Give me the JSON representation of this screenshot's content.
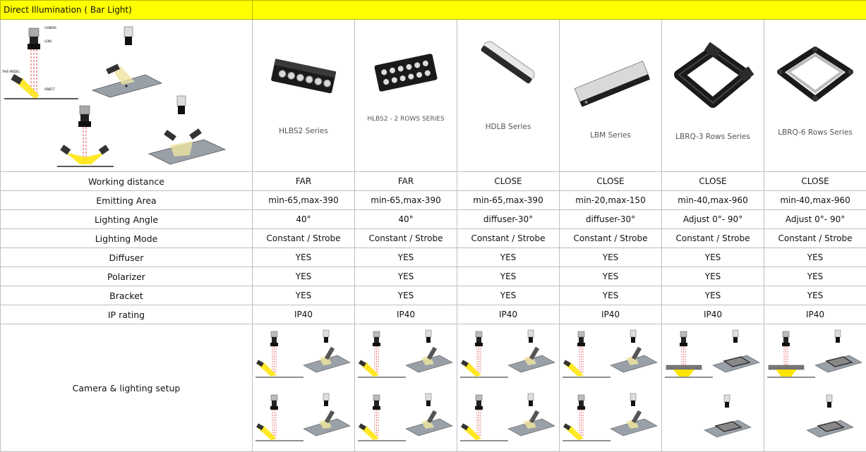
{
  "header": {
    "title": "Direct Illumination ( Bar Light)"
  },
  "diagram_labels": {
    "camera": "CAMERA",
    "lens": "LENS",
    "object": "OBJECT",
    "this_model": "THIS MODEL"
  },
  "products": [
    {
      "name": "HLBS2 Series",
      "icon": "bar-light-single-row-icon"
    },
    {
      "name": "HLBS2 - 2 ROWS SERIES",
      "icon": "bar-light-two-row-icon"
    },
    {
      "name": "HDLB Series",
      "icon": "bar-light-diffuser-icon"
    },
    {
      "name": "LBM Series",
      "icon": "bar-light-flat-icon"
    },
    {
      "name": "LBRQ-3 Rows Series",
      "icon": "square-ring-bar-light-icon"
    },
    {
      "name": "LBRQ-6 Rows Series",
      "icon": "square-ring-bar-light-open-icon"
    }
  ],
  "specs": [
    {
      "label": "Working distance",
      "values": [
        "FAR",
        "FAR",
        "CLOSE",
        "CLOSE",
        "CLOSE",
        "CLOSE"
      ]
    },
    {
      "label": "Emitting Area",
      "values": [
        "min-65,max-390",
        "min-65,max-390",
        "min-65,max-390",
        "min-20,max-150",
        "min-40,max-960",
        "min-40,max-960"
      ]
    },
    {
      "label": "Lighting Angle",
      "values": [
        "40°",
        "40°",
        "diffuser-30°",
        "diffuser-30°",
        "Adjust 0°- 90°",
        "Adjust 0°- 90°"
      ]
    },
    {
      "label": "Lighting Mode",
      "values": [
        "Constant / Strobe",
        "Constant / Strobe",
        "Constant / Strobe",
        "Constant / Strobe",
        "Constant / Strobe",
        "Constant / Strobe"
      ]
    },
    {
      "label": "Diffuser",
      "values": [
        "YES",
        "YES",
        "YES",
        "YES",
        "YES",
        "YES"
      ]
    },
    {
      "label": "Polarizer",
      "values": [
        "YES",
        "YES",
        "YES",
        "YES",
        "YES",
        "YES"
      ]
    },
    {
      "label": "Bracket",
      "values": [
        "YES",
        "YES",
        "YES",
        "YES",
        "YES",
        "YES"
      ]
    },
    {
      "label": "IP rating",
      "values": [
        "IP40",
        "IP40",
        "IP40",
        "IP40",
        "IP40",
        "IP40"
      ]
    }
  ],
  "setup": {
    "label": "Camera & lighting setup"
  }
}
